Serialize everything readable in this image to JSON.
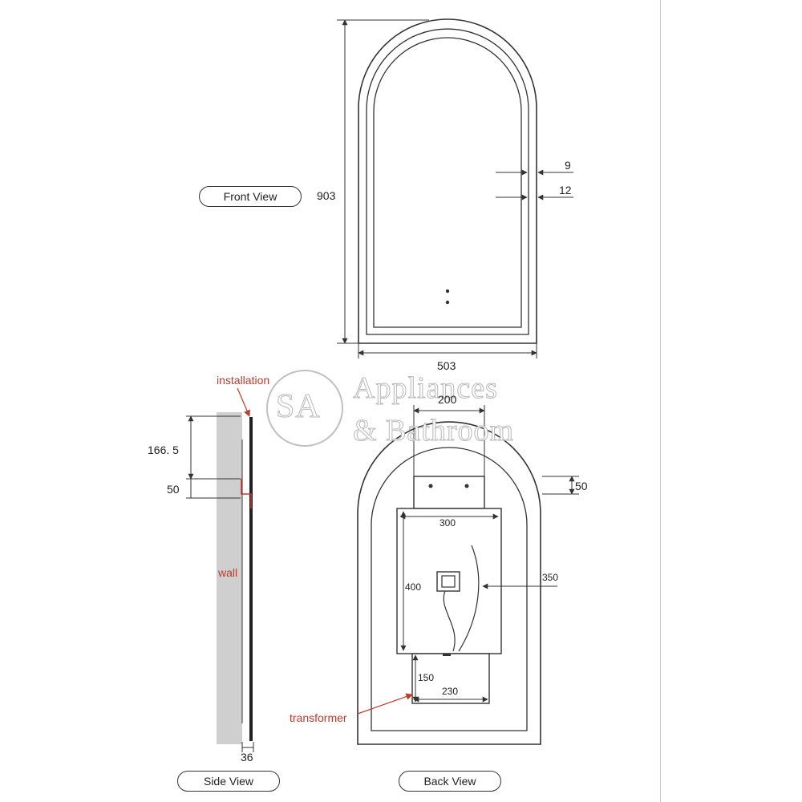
{
  "views": {
    "front": "Front View",
    "side": "Side View",
    "back": "Back View"
  },
  "dimensions": {
    "height": "903",
    "width": "503",
    "frame_1": "9",
    "frame_2": "12",
    "bracket_width": "200",
    "bracket_height": "50",
    "box_width": "300",
    "box_height": "400",
    "cable_length": "350",
    "transformer_height": "150",
    "transformer_width": "230",
    "side_top": "166. 5",
    "side_bracket": "50",
    "side_depth": "36"
  },
  "annotations": {
    "installation": "installation",
    "wall": "wall",
    "transformer": "transformer"
  },
  "watermark": {
    "logo": "SA",
    "line1": "Appliances",
    "line2": "& Bathroom"
  },
  "colors": {
    "line": "#333333",
    "annotation": "#c0392b",
    "wall": "#cfcfcf"
  }
}
